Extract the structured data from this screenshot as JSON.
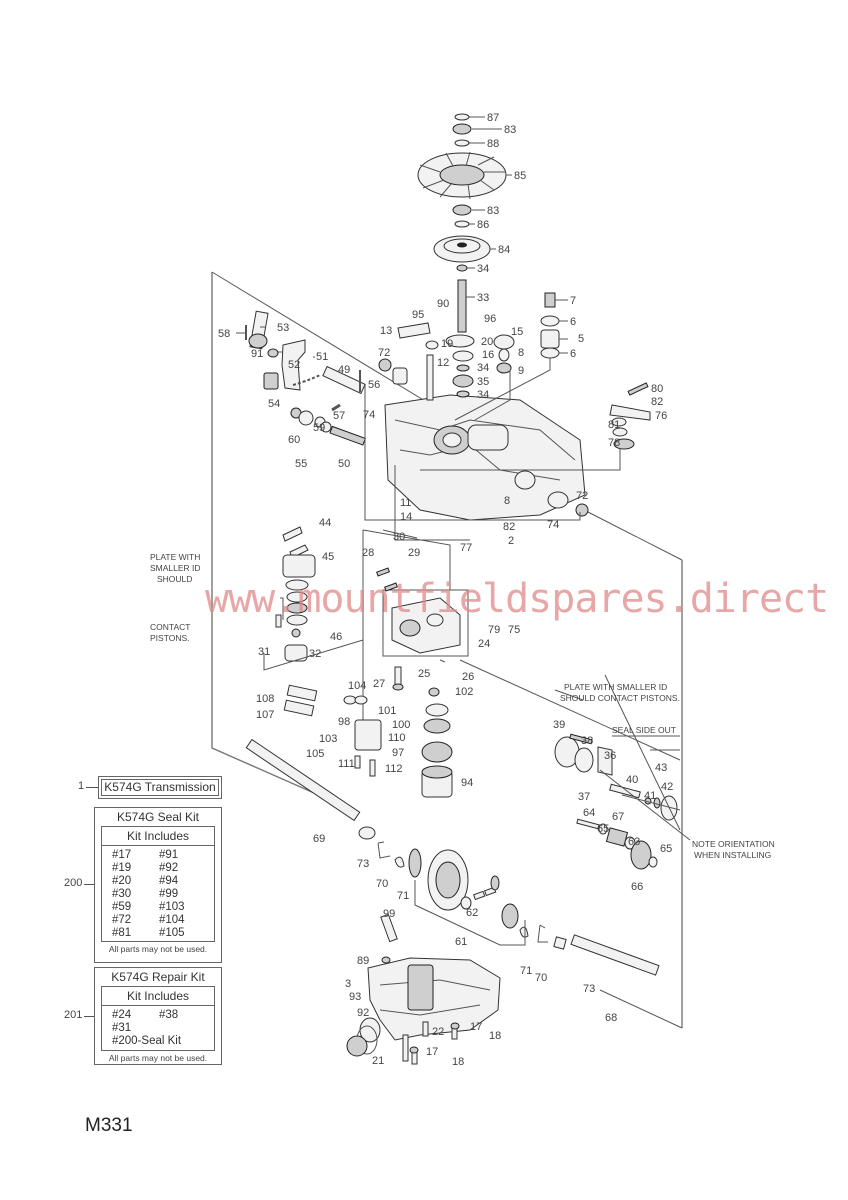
{
  "diagram": {
    "page_code": "M331",
    "watermark": "www.mountfieldspares.direct",
    "part_labels": [
      "87",
      "83",
      "88",
      "85",
      "83",
      "86",
      "84",
      "34",
      "33",
      "90",
      "95",
      "96",
      "13",
      "19",
      "20",
      "15",
      "16",
      "8",
      "34",
      "9",
      "35",
      "34",
      "12",
      "7",
      "6",
      "5",
      "6",
      "58",
      "53",
      "52",
      "91",
      "51",
      "72",
      "49",
      "56",
      "54",
      "57",
      "74",
      "60",
      "55",
      "59",
      "50",
      "80",
      "82",
      "76",
      "81",
      "78",
      "11",
      "14",
      "8",
      "82",
      "72",
      "74",
      "2",
      "77",
      "79",
      "75",
      "44",
      "45",
      "46",
      "30",
      "28",
      "29",
      "24",
      "31",
      "32",
      "27",
      "25",
      "26",
      "102",
      "104",
      "108",
      "107",
      "103",
      "105",
      "98",
      "101",
      "100",
      "110",
      "97",
      "111",
      "112",
      "94",
      "39",
      "38",
      "36",
      "37",
      "40",
      "41",
      "43",
      "42",
      "64",
      "65",
      "67",
      "63",
      "65",
      "66",
      "69",
      "73",
      "70",
      "71",
      "62",
      "61",
      "71",
      "70",
      "73",
      "68",
      "99",
      "89",
      "3",
      "93",
      "92",
      "22",
      "17",
      "18",
      "21",
      "17",
      "18"
    ],
    "notes": {
      "plate_left": [
        "PLATE WITH",
        "SMALLER ID",
        "SHOULD",
        "CONTACT",
        "PISTONS."
      ],
      "plate_right": [
        "PLATE WITH SMALLER ID",
        "SHOULD CONTACT PISTONS."
      ],
      "seal_side": "SEAL SIDE OUT",
      "orientation": [
        "NOTE ORIENTATION",
        "WHEN INSTALLING"
      ]
    }
  },
  "kits": {
    "transmission": {
      "ref": "1",
      "title": "K574G Transmission"
    },
    "seal_kit": {
      "ref": "200",
      "title": "K574G Seal Kit",
      "subtitle": "Kit Includes",
      "items": [
        "#17",
        "#91",
        "#19",
        "#92",
        "#20",
        "#94",
        "#30",
        "#99",
        "#59",
        "#103",
        "#72",
        "#104",
        "#81",
        "#105"
      ],
      "footnote": "All parts may not be used."
    },
    "repair_kit": {
      "ref": "201",
      "title": "K574G Repair Kit",
      "subtitle": "Kit Includes",
      "items": [
        "#24",
        "#38",
        "#31",
        "",
        "#200-Seal Kit",
        ""
      ],
      "footnote": "All parts may not be used."
    }
  }
}
